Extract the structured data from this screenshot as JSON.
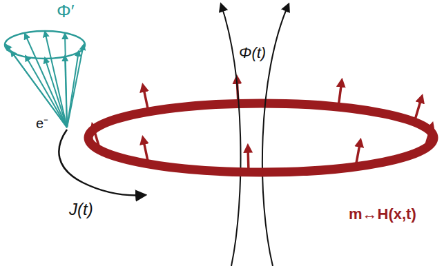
{
  "diagram": {
    "labels": [
      "Φ′",
      "Φ(t)",
      "e⁻",
      "J(t)",
      "m↔H(x,t)"
    ]
  }
}
